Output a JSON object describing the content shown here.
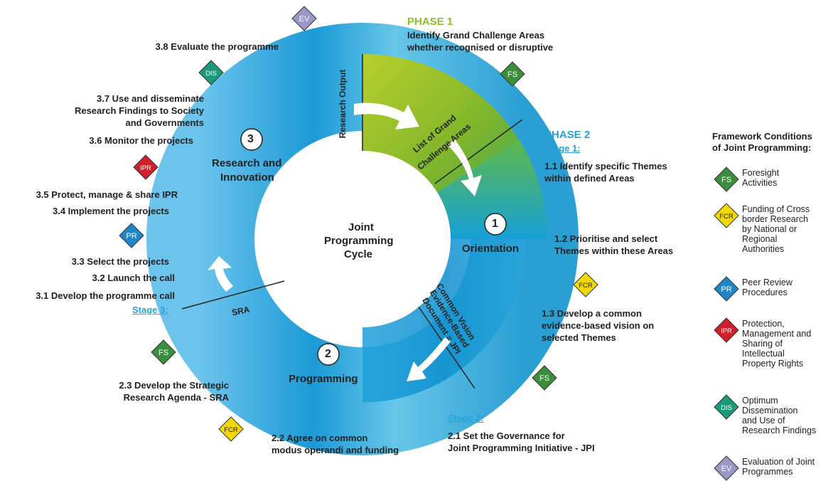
{
  "center": {
    "line1": "Joint",
    "line2": "Programming",
    "line3": "Cycle"
  },
  "segments": {
    "orientation": {
      "number": "1",
      "label": "Orientation"
    },
    "programming": {
      "number": "2",
      "label": "Programming"
    },
    "research": {
      "number": "3",
      "label_line1": "Research and",
      "label_line2": "Innovation"
    }
  },
  "ring_labels": {
    "research_output": "Research Output",
    "grand_challenge_line1": "List of Grand",
    "grand_challenge_line2": "Challenge Areas",
    "vision_line1": "Common Vision",
    "vision_line2": "Evidence-Based",
    "vision_line3": "Document = JPI",
    "sra": "SRA"
  },
  "phase1": {
    "title": "PHASE 1",
    "line1": "Identify Grand Challenge Areas",
    "line2": "whether recognised or disruptive"
  },
  "phase2": {
    "title": "PHASE 2",
    "stage": "Stage 1:",
    "s11_line1": "1.1 Identify specific Themes",
    "s11_line2": "within defined Areas",
    "s12_line1": "1.2 Prioritise and select",
    "s12_line2": "Themes within these Areas",
    "s13_line1": "1.3 Develop a common",
    "s13_line2": "evidence-based vision on",
    "s13_line3": "selected Themes"
  },
  "stage2": {
    "stage": "Stage 2:",
    "s21_line1": "2.1 Set the Governance for",
    "s21_line2": "Joint Programming Initiative - JPI",
    "s22_line1": "2.2 Agree on common",
    "s22_line2": "modus operandi and funding",
    "s23_line1": "2.3 Develop the Strategic",
    "s23_line2": "Research Agenda - SRA"
  },
  "stage3": {
    "stage": "Stage 3:",
    "s31": "3.1 Develop the programme call",
    "s32": "3.2 Launch the call",
    "s33": "3.3  Select the projects",
    "s34": "3.4  Implement the projects",
    "s35": "3.5 Protect, manage & share IPR",
    "s36": "3.6 Monitor the projects",
    "s37_line1": "3.7 Use and disseminate",
    "s37_line2": "Research Findings to Society",
    "s37_line3": "and Governments",
    "s38": "3.8 Evaluate the programme"
  },
  "legend": {
    "title_line1": "Framework Conditions",
    "title_line2": "of Joint Programming:",
    "items": [
      {
        "code": "FS",
        "color": "#3a8f3c",
        "line1": "Foresight",
        "line2": "Activities"
      },
      {
        "code": "FCR",
        "color": "#f2d800",
        "line1": "Funding of Cross",
        "line2": "border Research",
        "line3": "by National or",
        "line4": "Regional",
        "line5": "Authorities"
      },
      {
        "code": "PR",
        "color": "#1f86c8",
        "line1": "Peer Review",
        "line2": "Procedures"
      },
      {
        "code": "IPR",
        "color": "#d0202a",
        "line1": "Protection,",
        "line2": "Management and",
        "line3": "Sharing of",
        "line4": "Intellectual",
        "line5": "Property Rights"
      },
      {
        "code": "DIS",
        "color": "#1a9a78",
        "line1": "Optimum",
        "line2": "Dissemination",
        "line3": "and Use of",
        "line4": "Research Findings"
      },
      {
        "code": "EV",
        "color": "#9b98c8",
        "line1": "Evaluation of Joint",
        "line2": "Programmes"
      }
    ]
  },
  "markers": [
    {
      "code": "EV",
      "color": "#9b98c8"
    },
    {
      "code": "DIS",
      "color": "#1a9a78"
    },
    {
      "code": "IPR",
      "color": "#d0202a"
    },
    {
      "code": "PR",
      "color": "#1f86c8"
    },
    {
      "code": "FS",
      "color": "#3a8f3c"
    },
    {
      "code": "FCR",
      "color": "#f2d800"
    },
    {
      "code": "FS",
      "color": "#3a8f3c"
    },
    {
      "code": "FCR",
      "color": "#f2d800"
    },
    {
      "code": "FS",
      "color": "#3a8f3c"
    }
  ]
}
